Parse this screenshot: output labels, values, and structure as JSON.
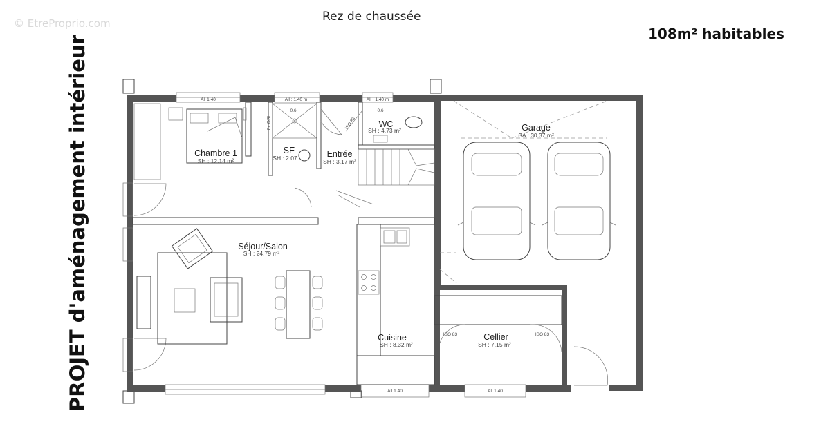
{
  "watermark": "© EtreProprio.com",
  "title": "Rez de chaussée",
  "area": "108m² habitables",
  "vertical_title": "PROJET d'aménagement intérieur",
  "rooms": [
    {
      "name": "Chambre 1",
      "area": "SH : 12.14 m²"
    },
    {
      "name": "SE",
      "area": "SH : 2.07"
    },
    {
      "name": "Entrée",
      "area": "SH : 3.17 m²"
    },
    {
      "name": "WC",
      "area": "SH : 4.73 m²"
    },
    {
      "name": "Garage",
      "area": "SA : 30.37 m²"
    },
    {
      "name": "Séjour/Salon",
      "area": "SH : 24.79 m²"
    },
    {
      "name": "Cuisine",
      "area": "SH : 8.32 m²"
    },
    {
      "name": "Cellier",
      "area": "SH : 7.15 m²"
    }
  ],
  "window_labels": [
    "All 1.40",
    "All : 1.40 m",
    "All : 1.40 m",
    "All 1.40",
    "All 1.40"
  ],
  "iso_labels": [
    "ISO 73",
    "ISO 83",
    "ISO 83",
    "ISO 83"
  ],
  "element_labels": [
    "0.6",
    "0.6"
  ]
}
